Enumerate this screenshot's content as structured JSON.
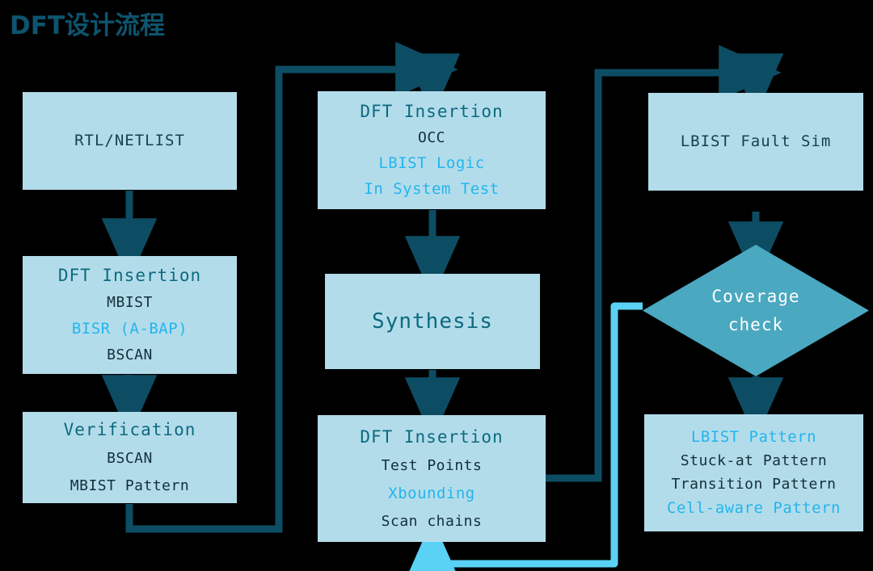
{
  "title": "DFT设计流程",
  "colors": {
    "background": "#000000",
    "box_fill": "#b3dcea",
    "diamond_fill": "#4aa8c0",
    "title_color": "#0d546e",
    "header_text": "#0d6a80",
    "dark_text": "#13303a",
    "highlight_text": "#23b5ee",
    "arrow_dark": "#0d4d63",
    "arrow_cyan": "#5ad2f5",
    "diamond_text": "#ffffff"
  },
  "nodes": [
    {
      "id": "rtl-netlist",
      "shape": "rect",
      "lines": [
        {
          "text": "RTL/NETLIST",
          "style": "plain"
        }
      ]
    },
    {
      "id": "dft-insertion-1",
      "shape": "rect",
      "lines": [
        {
          "text": "DFT Insertion",
          "style": "header"
        },
        {
          "text": "MBIST",
          "style": "dark"
        },
        {
          "text": "BISR (A-BAP)",
          "style": "highlight"
        },
        {
          "text": "BSCAN",
          "style": "dark"
        }
      ]
    },
    {
      "id": "verification",
      "shape": "rect",
      "lines": [
        {
          "text": "Verification",
          "style": "header"
        },
        {
          "text": "BSCAN",
          "style": "dark"
        },
        {
          "text": "MBIST Pattern",
          "style": "dark"
        }
      ]
    },
    {
      "id": "dft-insertion-2",
      "shape": "rect",
      "lines": [
        {
          "text": "DFT Insertion",
          "style": "header"
        },
        {
          "text": "OCC",
          "style": "dark"
        },
        {
          "text": "LBIST Logic",
          "style": "highlight"
        },
        {
          "text": "In System Test",
          "style": "highlight"
        }
      ]
    },
    {
      "id": "synthesis",
      "shape": "rect",
      "lines": [
        {
          "text": "Synthesis",
          "style": "big"
        }
      ]
    },
    {
      "id": "dft-insertion-3",
      "shape": "rect",
      "lines": [
        {
          "text": "DFT Insertion",
          "style": "header"
        },
        {
          "text": "Test Points",
          "style": "dark"
        },
        {
          "text": "Xbounding",
          "style": "highlight"
        },
        {
          "text": "Scan chains",
          "style": "dark"
        }
      ]
    },
    {
      "id": "lbist-fault-sim",
      "shape": "rect",
      "lines": [
        {
          "text": "LBIST Fault Sim",
          "style": "plain"
        }
      ]
    },
    {
      "id": "coverage-check",
      "shape": "diamond",
      "lines": [
        {
          "text": "Coverage",
          "style": "white"
        },
        {
          "text": "check",
          "style": "white"
        }
      ]
    },
    {
      "id": "pattern-generation",
      "shape": "rect",
      "lines": [
        {
          "text": "LBIST Pattern",
          "style": "highlight"
        },
        {
          "text": "Stuck-at Pattern",
          "style": "dark"
        },
        {
          "text": "Transition Pattern",
          "style": "dark"
        },
        {
          "text": "Cell-aware Pattern",
          "style": "highlight"
        }
      ]
    }
  ],
  "node_text": {
    "rtl_netlist": "RTL/NETLIST",
    "dft1_l1": "DFT Insertion",
    "dft1_l2": "MBIST",
    "dft1_l3": "BISR (A-BAP)",
    "dft1_l4": "BSCAN",
    "verification_l1": "Verification",
    "verification_l2": "BSCAN",
    "verification_l3": "MBIST Pattern",
    "dft2_l1": "DFT Insertion",
    "dft2_l2": "OCC",
    "dft2_l3": "LBIST Logic",
    "dft2_l4": "In System Test",
    "synthesis": "Synthesis",
    "dft3_l1": "DFT Insertion",
    "dft3_l2": "Test Points",
    "dft3_l3": "Xbounding",
    "dft3_l4": "Scan chains",
    "lbist_fault_sim": "LBIST Fault Sim",
    "coverage_l1": "Coverage",
    "coverage_l2": "check",
    "pattern_l1": "LBIST Pattern",
    "pattern_l2": "Stuck-at Pattern",
    "pattern_l3": "Transition Pattern",
    "pattern_l4": "Cell-aware Pattern"
  },
  "connectors": [
    {
      "id": "rtl-to-dft1",
      "from": "rtl-netlist",
      "to": "dft-insertion-1",
      "color": "dark",
      "kind": "straight-down"
    },
    {
      "id": "dft1-to-verification",
      "from": "dft-insertion-1",
      "to": "verification",
      "color": "dark",
      "kind": "straight-down"
    },
    {
      "id": "verification-to-dft2",
      "from": "verification",
      "to": "dft-insertion-2",
      "color": "dark",
      "kind": "down-right-up-down"
    },
    {
      "id": "dft2-to-synthesis",
      "from": "dft-insertion-2",
      "to": "synthesis",
      "color": "dark",
      "kind": "straight-down"
    },
    {
      "id": "synthesis-to-dft3",
      "from": "synthesis",
      "to": "dft-insertion-3",
      "color": "dark",
      "kind": "straight-down"
    },
    {
      "id": "dft3-to-lbist-fault-sim",
      "from": "dft-insertion-3",
      "to": "lbist-fault-sim",
      "color": "dark",
      "kind": "right-up-right-down"
    },
    {
      "id": "lbist-fault-sim-to-coverage",
      "from": "lbist-fault-sim",
      "to": "coverage-check",
      "color": "dark",
      "kind": "straight-down"
    },
    {
      "id": "coverage-to-pattern",
      "from": "coverage-check",
      "to": "pattern-generation",
      "color": "dark",
      "kind": "straight-down"
    },
    {
      "id": "coverage-feedback-to-dft3",
      "from": "coverage-check",
      "to": "dft-insertion-3",
      "color": "cyan",
      "kind": "left-down-left-up"
    }
  ]
}
